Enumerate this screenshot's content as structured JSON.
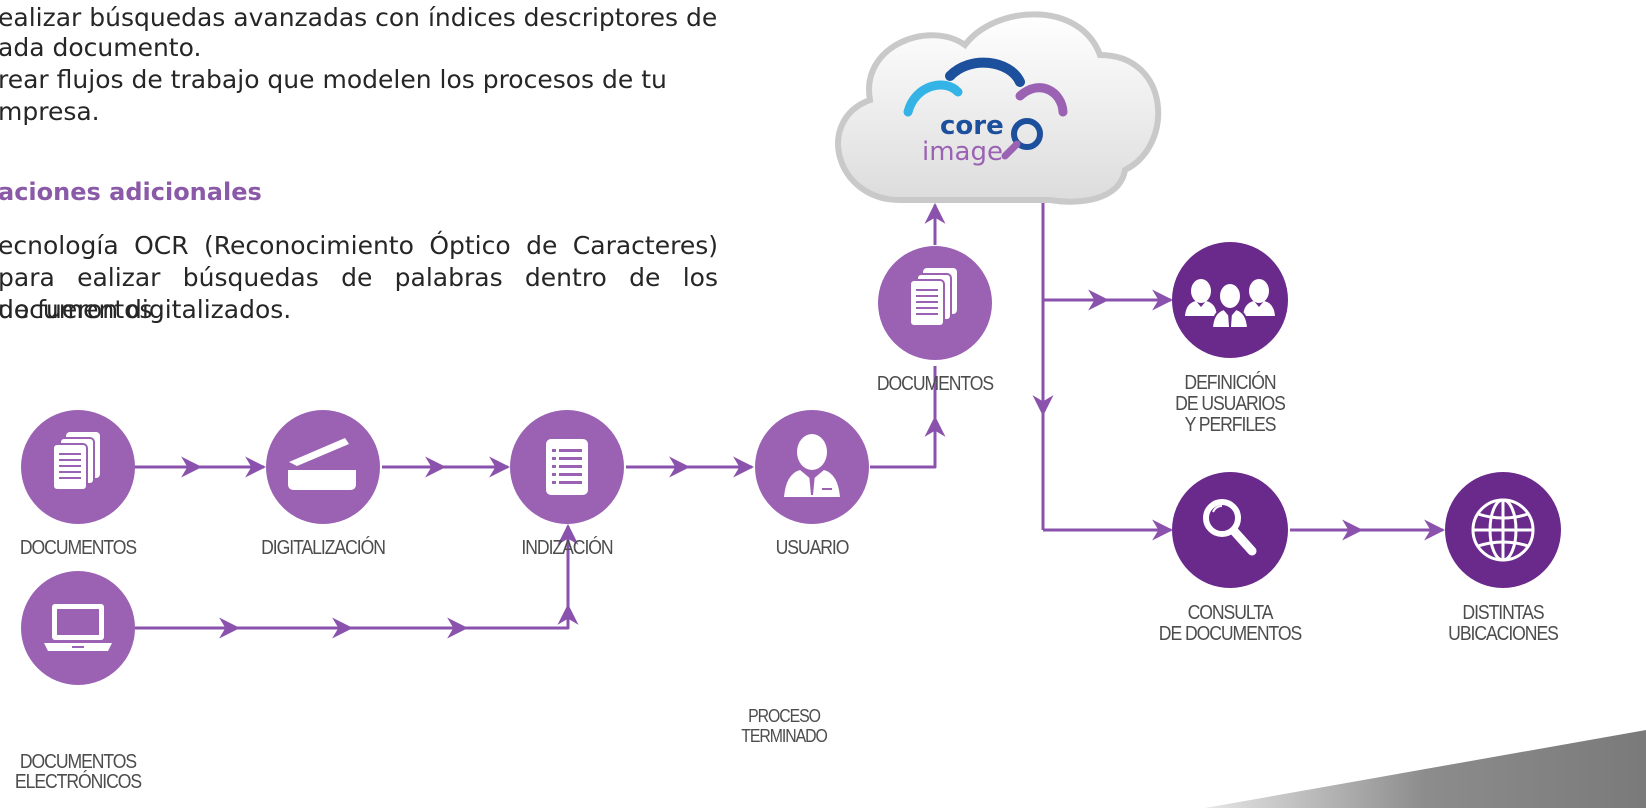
{
  "text": {
    "bullet_lines": [
      "ealizar búsquedas avanzadas con índices descriptores de",
      "ada documento.",
      "rear flujos de trabajo que modelen los procesos de tu",
      "mpresa."
    ],
    "heading": "aciones adicionales",
    "ocr_paragraph": "ecnología OCR (Reconocimiento Óptico de Caracteres) para ealizar búsquedas de palabras dentro de los documentos",
    "ocr_last_line": "ue fueron digitalizados."
  },
  "logo": {
    "word1": "core",
    "word2": "image"
  },
  "nodes": {
    "documentos": "DOCUMENTOS",
    "digitalizacion": "DIGITALIZACIÓN",
    "indizacion": "INDIZACIÓN",
    "usuario": "USUARIO",
    "documentos_top": "DOCUMENTOS",
    "electronicos_line1": "DOCUMENTOS",
    "electronicos_line2": "ELECTRÓNICOS",
    "definicion_line1": "DEFINICIÓN",
    "definicion_line2": "DE USUARIOS",
    "definicion_line3": "Y PERFILES",
    "consulta_line1": "CONSULTA",
    "consulta_line2": "DE DOCUMENTOS",
    "ubicaciones_line1": "DISTINTAS",
    "ubicaciones_line2": "UBICACIONES",
    "proceso_line1": "PROCESO",
    "proceso_line2": "TERMINADO"
  },
  "icons": {
    "documents": "documents-stack-icon",
    "scanner": "scanner-icon",
    "index": "index-list-icon",
    "user": "user-icon",
    "laptop": "laptop-icon",
    "group": "user-group-icon",
    "search": "magnifier-icon",
    "globe": "globe-icon",
    "cloud": "cloud-icon"
  },
  "colors": {
    "circle_light": "#9b62b4",
    "circle_dark": "#6a2a8c",
    "connector": "#8a52ac",
    "heading": "#8a5aa8",
    "logo_blue": "#1c4f9c",
    "logo_lightblue": "#34b3e6",
    "logo_purple": "#9b62b4"
  }
}
